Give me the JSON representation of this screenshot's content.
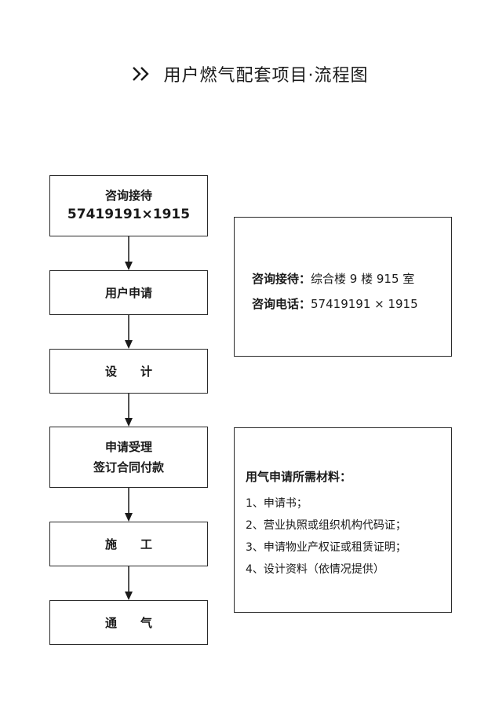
{
  "header": {
    "title": "用户燃气配套项目·流程图"
  },
  "flow": {
    "steps": [
      {
        "line1": "咨询接待",
        "line2": "57419191×1915"
      },
      {
        "label": "用户申请"
      },
      {
        "label": "设　　计"
      },
      {
        "line1": "申请受理",
        "line2": "签订合同付款"
      },
      {
        "label": "施　　工"
      },
      {
        "label": "通　　气"
      }
    ]
  },
  "contact_box": {
    "reception_key": "咨询接待：",
    "reception_value": "综合楼 9 楼 915 室",
    "phone_key": "咨询电话：",
    "phone_value": "57419191 × 1915"
  },
  "materials_box": {
    "heading": "用气申请所需材料：",
    "items": [
      "1、申请书；",
      "2、营业执照或组织机构代码证；",
      "3、申请物业产权证或租赁证明；",
      "4、设计资料（依情况提供）"
    ]
  }
}
